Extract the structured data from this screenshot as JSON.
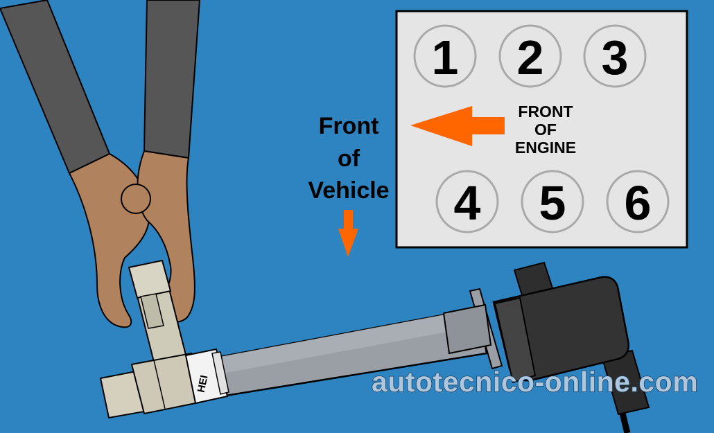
{
  "background_color": "#2e84c0",
  "accent_color": "#ff6600",
  "firing_diagram": {
    "cylinders_top_row": [
      "1",
      "2",
      "3"
    ],
    "cylinders_bottom_row": [
      "4",
      "5",
      "6"
    ],
    "front_of_engine_lines": [
      "FRONT",
      "OF",
      "ENGINE"
    ],
    "arrow_direction": "left"
  },
  "vehicle_label": {
    "lines": [
      "Front",
      "of",
      "Vehicle"
    ],
    "arrow_direction": "down"
  },
  "spark_tester": {
    "label": "HEI"
  },
  "watermark": "autotecnico-online.com",
  "icons": [
    "hand-with-clamp-icon",
    "spark-tester-icon",
    "ignition-coil-icon"
  ]
}
